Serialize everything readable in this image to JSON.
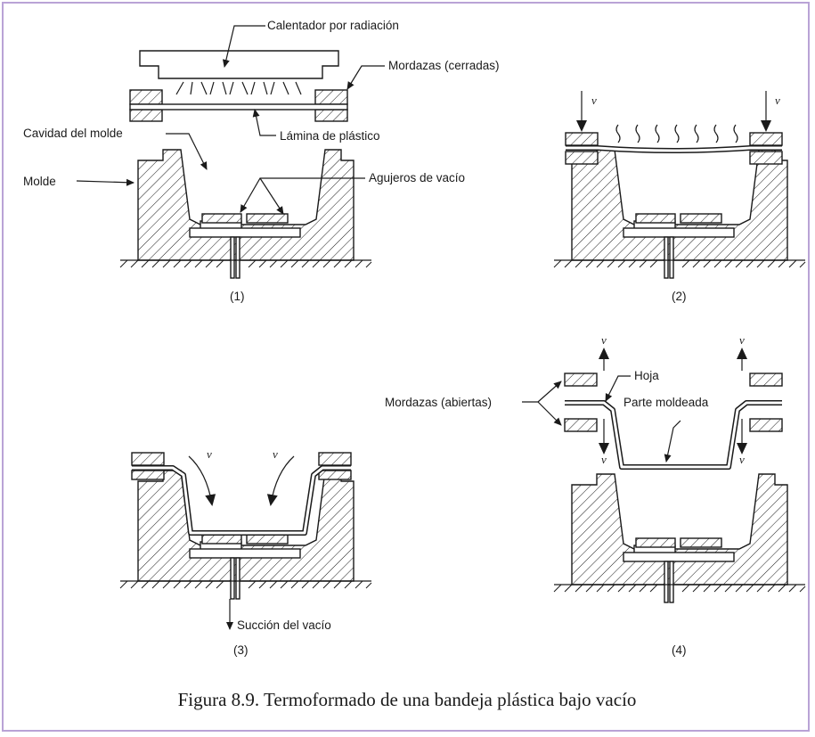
{
  "labels": {
    "heater": "Calentador por radiación",
    "clamps_closed": "Mordazas (cerradas)",
    "plastic_sheet": "Lámina de plástico",
    "mold_cavity": "Cavidad del molde",
    "mold": "Molde",
    "vacuum_holes": "Agujeros de vacío",
    "vacuum_suction": "Succión del vacío",
    "clamps_open": "Mordazas (abiertas)",
    "sheet": "Hoja",
    "molded_part": "Parte moldeada",
    "velocity": "v"
  },
  "steps": [
    "(1)",
    "(2)",
    "(3)",
    "(4)"
  ],
  "caption": "Figura 8.9. Termoformado de una bandeja plástica bajo vacío"
}
